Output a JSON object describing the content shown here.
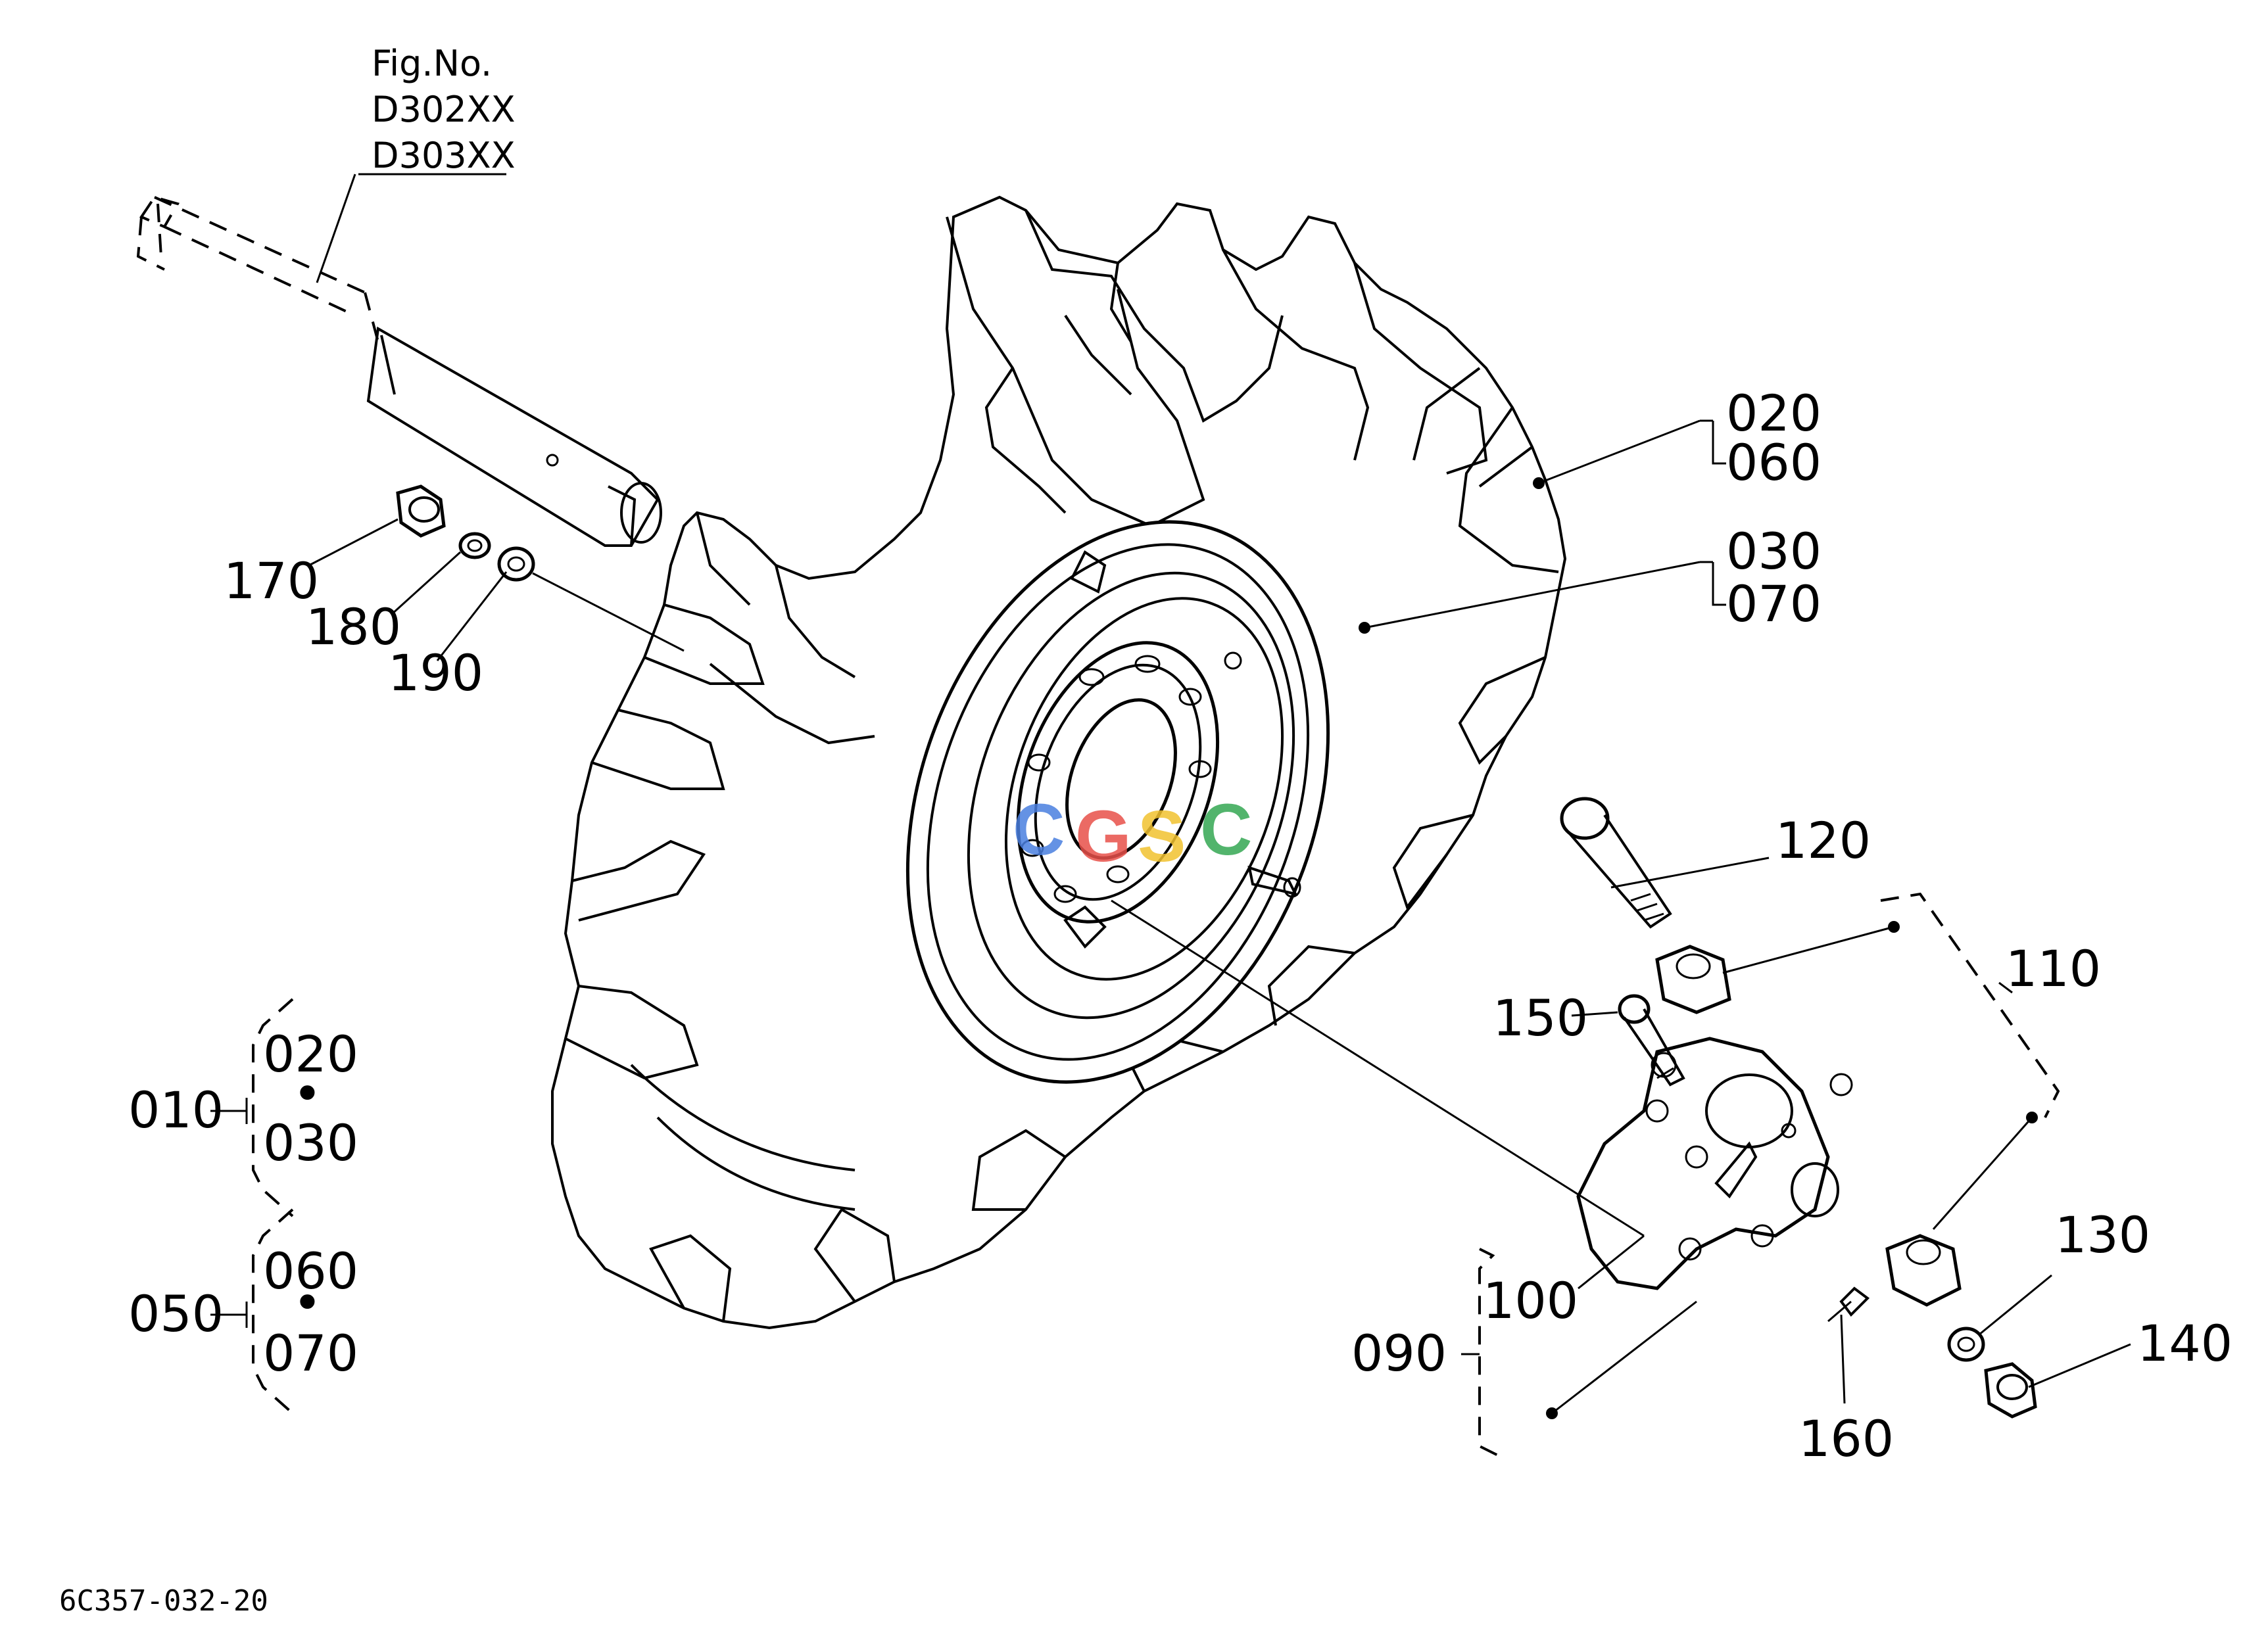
{
  "fig_ref": {
    "line1": "Fig.No.",
    "line2": "D302XX",
    "line3": "D303XX"
  },
  "callouts": {
    "p020": "020",
    "p060": "060",
    "p030": "030",
    "p070": "070",
    "p120": "120",
    "p110": "110",
    "p150": "150",
    "p100": "100",
    "p090": "090",
    "p130": "130",
    "p140": "140",
    "p160": "160",
    "p170": "170",
    "p180": "180",
    "p190": "190"
  },
  "groups": {
    "g010": {
      "label": "010",
      "top": "020",
      "sep": "•",
      "bottom": "030"
    },
    "g050": {
      "label": "050",
      "top": "060",
      "sep": "•",
      "bottom": "070"
    }
  },
  "watermark": {
    "letters": [
      "C",
      "G",
      "S",
      "C"
    ],
    "colors": [
      "#4a7fe0",
      "#e8514a",
      "#f2c230",
      "#34a853"
    ]
  },
  "drawing_code": "6C357-032-20"
}
